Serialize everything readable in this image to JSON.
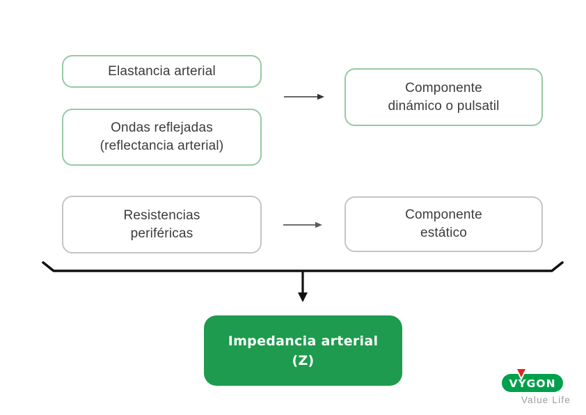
{
  "colors": {
    "green-border": "#94c9a5",
    "gray-border": "#c4c4c4",
    "text": "#3b3b3b",
    "result-green": "#1e9b4e",
    "logo-green": "#00a04c",
    "logo-red": "#e02420",
    "connector-dark": "#111111",
    "arrow-top": "#333333",
    "arrow-mid": "#5a5a5a",
    "tagline-gray": "#9b9b9b"
  },
  "nodes": {
    "elastancia": {
      "lines": [
        "Elastancia arterial"
      ]
    },
    "ondas": {
      "lines": [
        "Ondas reflejadas",
        "(reflectancia arterial)"
      ]
    },
    "dinamico": {
      "lines": [
        "Componente",
        "dinámico o pulsatil"
      ]
    },
    "resistencias": {
      "lines": [
        "Resistencias",
        "periféricas"
      ]
    },
    "estatico": {
      "lines": [
        "Componente",
        "estático"
      ]
    }
  },
  "result": {
    "lines": [
      "Impedancia arterial",
      "(Z)"
    ]
  },
  "logo": {
    "brand": "VYGON",
    "tagline": "Value Life"
  }
}
